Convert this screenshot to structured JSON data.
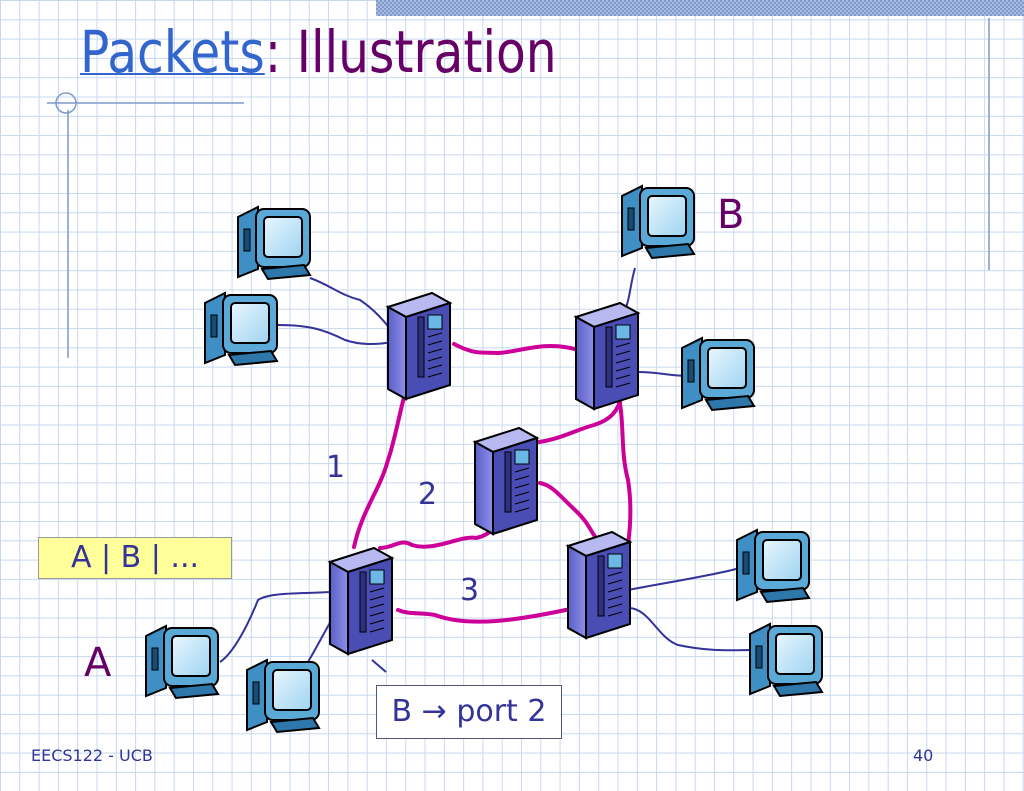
{
  "slide": {
    "title_link": "Packets",
    "title_rest": ": Illustration",
    "footer_left": "EECS122 - UCB",
    "page_number": "40"
  },
  "diagram": {
    "host_label_a": "A",
    "host_label_b": "B",
    "path_1": "1",
    "path_2": "2",
    "path_3": "3",
    "packet_header": "A | B | ...",
    "routing_entry": "B → port 2"
  },
  "colors": {
    "title": "#660066",
    "title_link": "#3366cc",
    "text": "#333399",
    "link": "#cc0099",
    "wire": "#333399",
    "router": "#6b6fd6",
    "monitor": "#5aa9d6",
    "header_box": "#ffff99"
  }
}
